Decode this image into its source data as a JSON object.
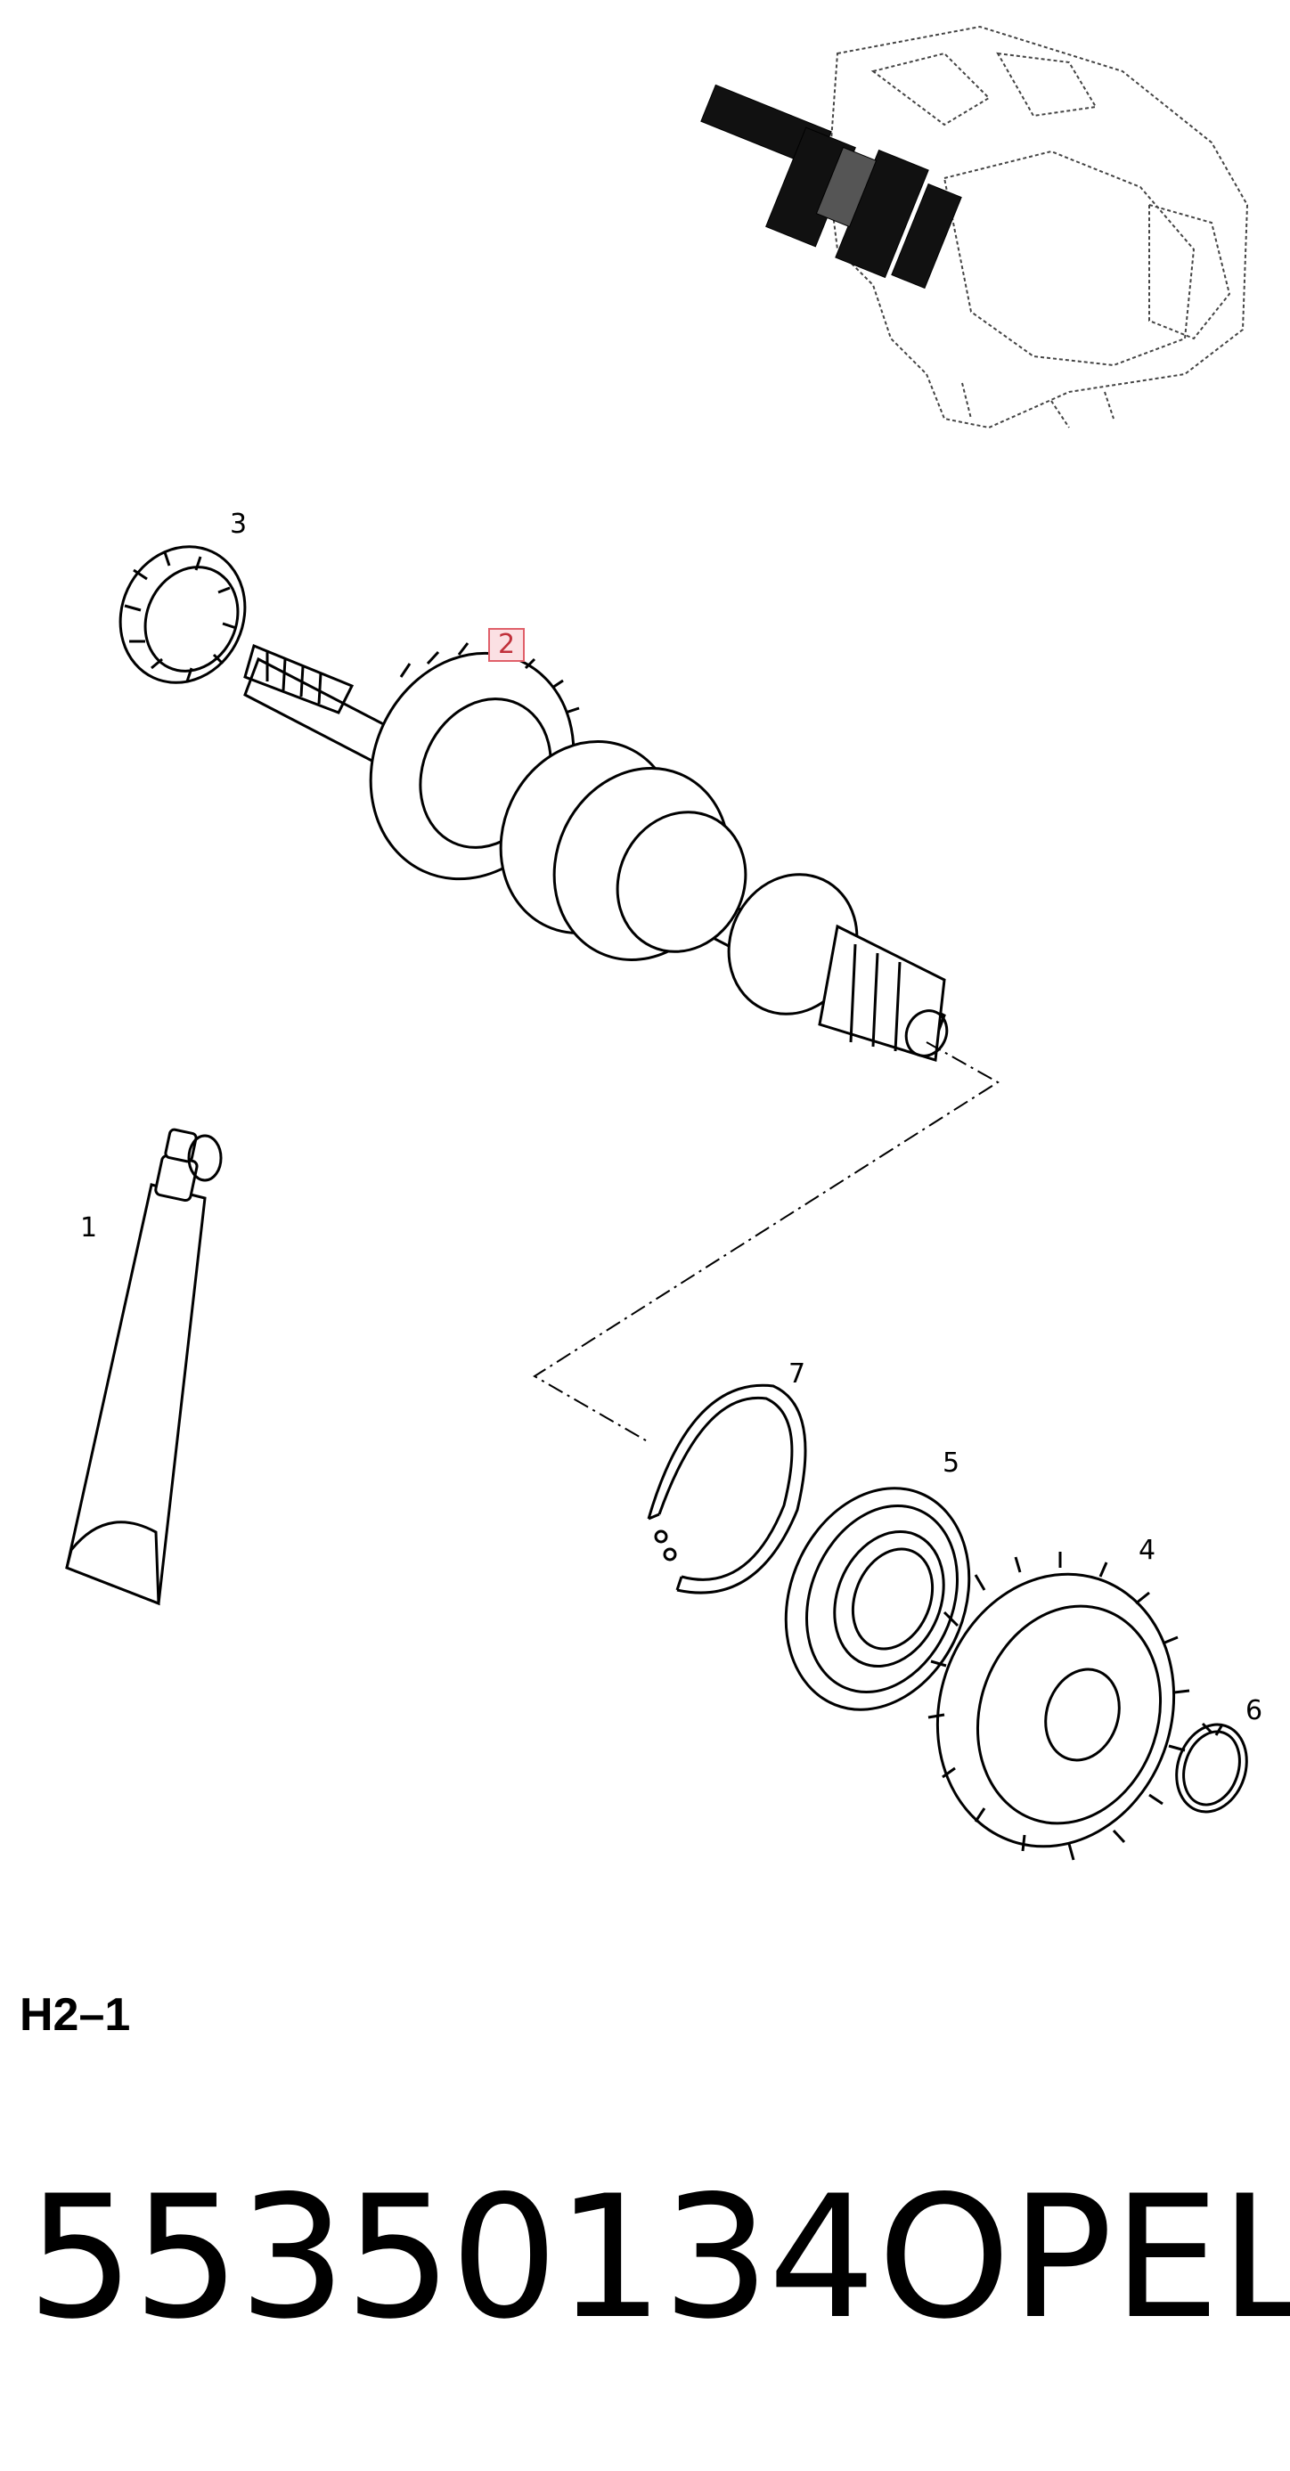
{
  "callouts": {
    "c1": "1",
    "c2": "2",
    "c3": "3",
    "c4": "4",
    "c5": "5",
    "c6": "6",
    "c7": "7"
  },
  "section_code": "H2–1",
  "part_number": "55350134",
  "brand": "OPEL",
  "colors": {
    "highlight_border": "#e0606a",
    "highlight_fill": "#fbe0e3",
    "highlight_text": "#c0303a",
    "ink": "#000000"
  }
}
